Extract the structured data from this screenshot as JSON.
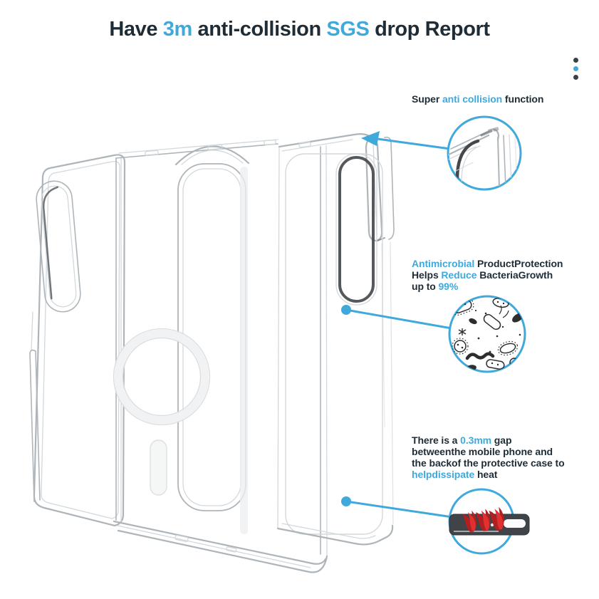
{
  "colors": {
    "accent": "#3fa9dc",
    "dark_text": "#1f2c36",
    "dot_dark": "#3a4145",
    "case_line_light": "#d3d8db",
    "case_line_mid": "#aeb5ba",
    "case_line_dark": "#44484c",
    "bacteria_ink": "#2e2e2e",
    "flame_red": "#e03030",
    "flame_dark": "#b31f1f",
    "bar_dark": "#404448"
  },
  "title": {
    "seg1": "Have ",
    "seg2": "3m",
    "seg3": " anti-collision ",
    "seg4": "SGS",
    "seg5": " drop Report"
  },
  "indicator_dots": [
    "dark",
    "accent",
    "dark"
  ],
  "callouts": {
    "anti_collision": {
      "icon": "case-corner-detail",
      "seg1": "Super ",
      "seg2": "anti collision",
      "seg3": " function"
    },
    "antimicrobial": {
      "icon": "bacteria-illustration",
      "l1s1": "Antimicrobial",
      "l1s2": " ProductProtection",
      "l2s1": "Helps ",
      "l2s2": "Reduce",
      "l2s3": " BacteriaGrowth",
      "l3s1": "up to ",
      "l3s2": "99%"
    },
    "heat_gap": {
      "icon": "heat-dissipation-bar",
      "l1s1": "There is a ",
      "l1s2": "0.3mm",
      "l1s3": " gap",
      "l2": "betweenthe mobile phone and",
      "l3": "the backof the protective case to",
      "l4s1": "helpdissipate",
      "l4s2": " heat"
    }
  },
  "illustration": {
    "subject": "transparent-fold-phone-case",
    "features": [
      "magsafe-ring",
      "camera-cutouts",
      "hinge-rails"
    ]
  }
}
